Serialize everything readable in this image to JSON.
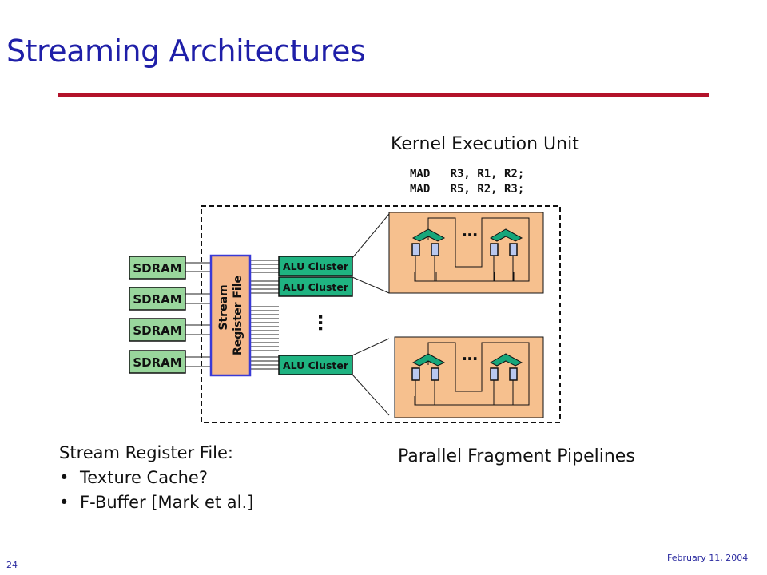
{
  "slide": {
    "title": "Streaming Architectures",
    "page_number": "24",
    "date": "February 11, 2004"
  },
  "diagram": {
    "kernel_label": "Kernel Execution Unit",
    "code_lines": [
      "MAD   R3, R1, R2;",
      "MAD   R5, R2, R3;"
    ],
    "sdram_labels": [
      "SDRAM",
      "SDRAM",
      "SDRAM",
      "SDRAM"
    ],
    "srf_label_line1": "Stream",
    "srf_label_line2": "Register File",
    "alu_labels": [
      "ALU Cluster",
      "ALU Cluster",
      "ALU Cluster"
    ],
    "ellipsis": "…",
    "pipelines_label": "Parallel Fragment Pipelines",
    "colors": {
      "sdram_fill": "#99d69c",
      "alu_fill": "#1fb381",
      "srf_fill": "#f5b98c",
      "srf_border": "#3a3ad6",
      "pipeline_fill": "#f6c08e",
      "unit_fill": "#17a67a",
      "register_fill": "#b9c8ef"
    }
  },
  "notes": {
    "heading": "Stream Register File:",
    "bullets": [
      "Texture Cache?",
      "F-Buffer [Mark et al.]"
    ]
  }
}
